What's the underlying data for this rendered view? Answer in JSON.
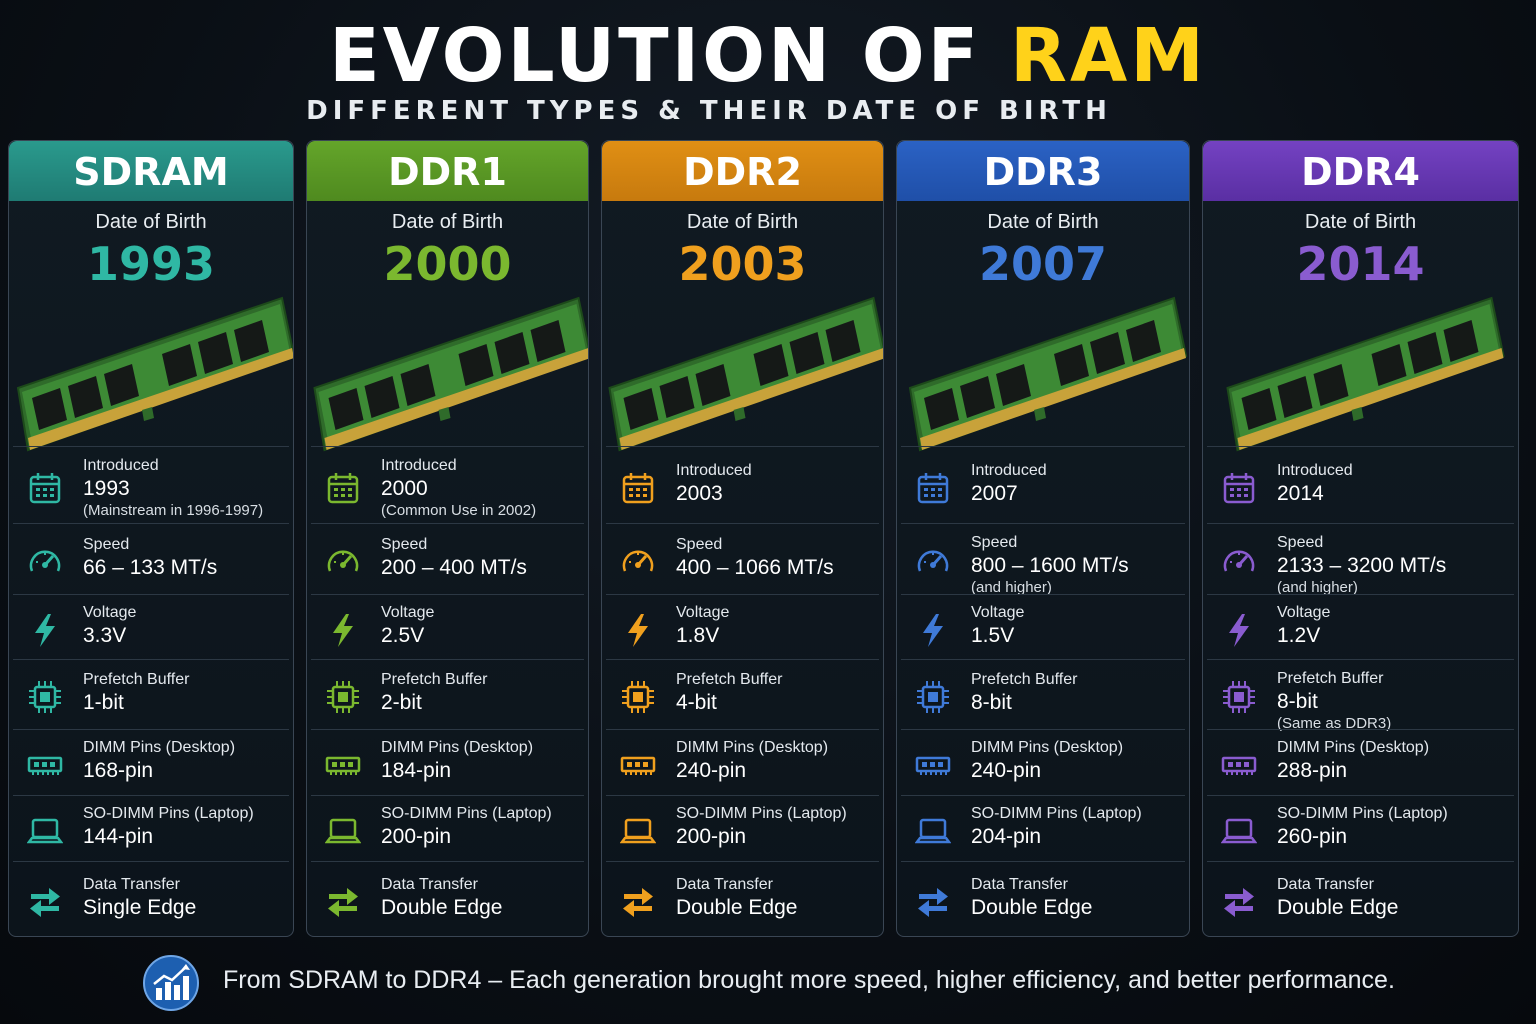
{
  "header": {
    "title_part1": "EVOLUTION OF ",
    "title_part2": "RAM",
    "subtitle": "DIFFERENT TYPES & THEIR DATE OF BIRTH"
  },
  "colors": {
    "title_accent": "#ffd21a",
    "sdram": "#2fb8a4",
    "ddr1": "#7bb82f",
    "ddr2": "#f0a01e",
    "ddr3": "#3f7ad8",
    "ddr4": "#8a5cd0"
  },
  "cards": [
    {
      "name": "SDRAM",
      "dob_label": "Date of Birth",
      "year": "1993",
      "introduced_label": "Introduced",
      "introduced": "1993",
      "introduced_note": "(Mainstream in 1996-1997)",
      "speed_label": "Speed",
      "speed": "66 – 133 MT/s",
      "speed_note": "",
      "voltage_label": "Voltage",
      "voltage": "3.3V",
      "prefetch_label": "Prefetch Buffer",
      "prefetch": "1-bit",
      "prefetch_note": "",
      "dimm_label": "DIMM Pins (Desktop)",
      "dimm": "168-pin",
      "sodimm_label": "SO-DIMM Pins (Laptop)",
      "sodimm": "144-pin",
      "transfer_label": "Data Transfer",
      "transfer": "Single Edge"
    },
    {
      "name": "DDR1",
      "dob_label": "Date of Birth",
      "year": "2000",
      "introduced_label": "Introduced",
      "introduced": "2000",
      "introduced_note": "(Common Use in 2002)",
      "speed_label": "Speed",
      "speed": "200 – 400 MT/s",
      "speed_note": "",
      "voltage_label": "Voltage",
      "voltage": "2.5V",
      "prefetch_label": "Prefetch Buffer",
      "prefetch": "2-bit",
      "prefetch_note": "",
      "dimm_label": "DIMM Pins (Desktop)",
      "dimm": "184-pin",
      "sodimm_label": "SO-DIMM Pins (Laptop)",
      "sodimm": "200-pin",
      "transfer_label": "Data Transfer",
      "transfer": "Double Edge"
    },
    {
      "name": "DDR2",
      "dob_label": "Date of Birth",
      "year": "2003",
      "introduced_label": "Introduced",
      "introduced": "2003",
      "introduced_note": "",
      "speed_label": "Speed",
      "speed": "400 – 1066 MT/s",
      "speed_note": "",
      "voltage_label": "Voltage",
      "voltage": "1.8V",
      "prefetch_label": "Prefetch Buffer",
      "prefetch": "4-bit",
      "prefetch_note": "",
      "dimm_label": "DIMM Pins (Desktop)",
      "dimm": "240-pin",
      "sodimm_label": "SO-DIMM Pins (Laptop)",
      "sodimm": "200-pin",
      "transfer_label": "Data Transfer",
      "transfer": "Double Edge"
    },
    {
      "name": "DDR3",
      "dob_label": "Date of Birth",
      "year": "2007",
      "introduced_label": "Introduced",
      "introduced": "2007",
      "introduced_note": "",
      "speed_label": "Speed",
      "speed": "800 – 1600 MT/s",
      "speed_note": "(and higher)",
      "voltage_label": "Voltage",
      "voltage": "1.5V",
      "prefetch_label": "Prefetch Buffer",
      "prefetch": "8-bit",
      "prefetch_note": "",
      "dimm_label": "DIMM Pins (Desktop)",
      "dimm": "240-pin",
      "sodimm_label": "SO-DIMM Pins (Laptop)",
      "sodimm": "204-pin",
      "transfer_label": "Data Transfer",
      "transfer": "Double Edge"
    },
    {
      "name": "DDR4",
      "dob_label": "Date of Birth",
      "year": "2014",
      "introduced_label": "Introduced",
      "introduced": "2014",
      "introduced_note": "",
      "speed_label": "Speed",
      "speed": "2133 – 3200 MT/s",
      "speed_note": "(and higher)",
      "voltage_label": "Voltage",
      "voltage": "1.2V",
      "prefetch_label": "Prefetch Buffer",
      "prefetch": "8-bit",
      "prefetch_note": "(Same as DDR3)",
      "dimm_label": "DIMM Pins (Desktop)",
      "dimm": "288-pin",
      "sodimm_label": "SO-DIMM Pins (Laptop)",
      "sodimm": "260-pin",
      "transfer_label": "Data Transfer",
      "transfer": "Double Edge"
    }
  ],
  "footer": {
    "text": "From SDRAM to DDR4 – Each generation brought more speed, higher efficiency, and better performance.",
    "icon": "growth-chart-icon"
  }
}
